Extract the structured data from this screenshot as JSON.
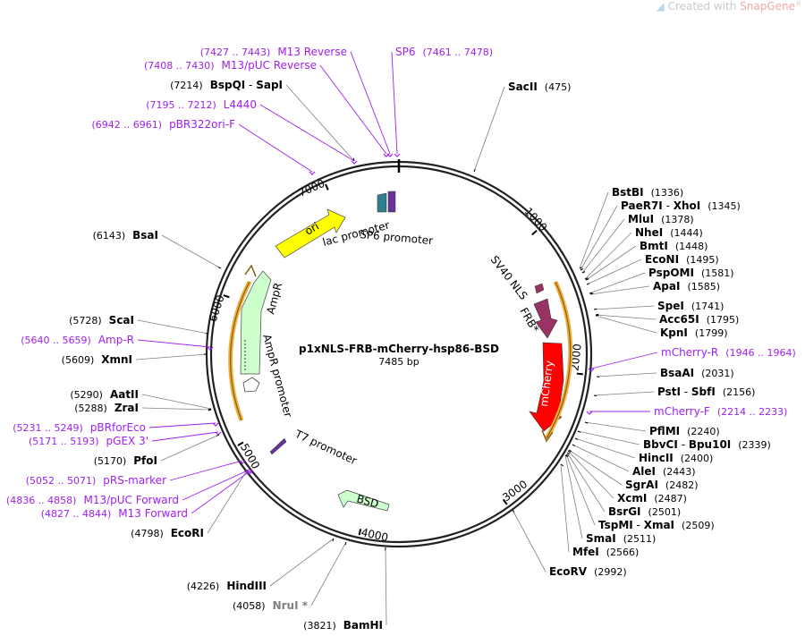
{
  "watermark": {
    "prefix": "Created with ",
    "brand": "SnapGene",
    "mark": "®"
  },
  "plasmid": {
    "name": "p1xNLS-FRB-mCherry-hsp86-BSD",
    "length_label": "7485 bp",
    "length": 7485
  },
  "ticks": [
    "1000",
    "2000",
    "3000",
    "4000",
    "5000",
    "6000",
    "7000"
  ],
  "colors": {
    "ori": "#ffff00",
    "ampr": "#ccffcc",
    "bsd": "#ccffcc",
    "mcherry": "#ff0000",
    "frb": "#993366",
    "nls": "#993366",
    "primer": "#a020f0",
    "enzyme_line": "#808080",
    "orange": "#f0b040"
  },
  "features": {
    "ori": "ori",
    "ampr": "AmpR",
    "ampr_promoter": "AmpR promoter",
    "lac_promoter": "lac promoter",
    "sp6_promoter": "SP6 promoter",
    "sv40_nls": "SV40 NLS",
    "frb": "FRB*",
    "mcherry": "mCherry",
    "t7_promoter": "T7 promoter",
    "bsd": "BSD"
  },
  "enzymes": [
    {
      "name": "SacII",
      "pos": "(475)"
    },
    {
      "name": "BstBI",
      "pos": "(1336)"
    },
    {
      "name": "PaeR7I",
      "name2": "XhoI",
      "pos": "(1345)"
    },
    {
      "name": "MluI",
      "pos": "(1378)"
    },
    {
      "name": "NheI",
      "pos": "(1444)"
    },
    {
      "name": "BmtI",
      "pos": "(1448)"
    },
    {
      "name": "EcoNI",
      "pos": "(1495)"
    },
    {
      "name": "PspOMI",
      "pos": "(1581)"
    },
    {
      "name": "ApaI",
      "pos": "(1585)"
    },
    {
      "name": "SpeI",
      "pos": "(1741)"
    },
    {
      "name": "Acc65I",
      "pos": "(1795)"
    },
    {
      "name": "KpnI",
      "pos": "(1799)"
    },
    {
      "name": "BsaAI",
      "pos": "(2031)"
    },
    {
      "name": "PstI",
      "name2": "SbfI",
      "pos": "(2156)"
    },
    {
      "name": "PflMI",
      "pos": "(2240)"
    },
    {
      "name": "BbvCI",
      "name2": "Bpu10I",
      "pos": "(2339)"
    },
    {
      "name": "HincII",
      "pos": "(2400)"
    },
    {
      "name": "AleI",
      "pos": "(2443)"
    },
    {
      "name": "SgrAI",
      "pos": "(2482)"
    },
    {
      "name": "XcmI",
      "pos": "(2487)"
    },
    {
      "name": "BsrGI",
      "pos": "(2501)"
    },
    {
      "name": "TspMI",
      "name2": "XmaI",
      "pos": "(2509)"
    },
    {
      "name": "SmaI",
      "pos": "(2511)"
    },
    {
      "name": "MfeI",
      "pos": "(2566)"
    },
    {
      "name": "EcoRV",
      "pos": "(2992)"
    },
    {
      "name": "BamHI",
      "pos": "(3821)"
    },
    {
      "name": "NruI *",
      "pos": "(4058)"
    },
    {
      "name": "HindIII",
      "pos": "(4226)"
    },
    {
      "name": "EcoRI",
      "pos": "(4798)"
    },
    {
      "name": "PfoI",
      "pos": "(5170)"
    },
    {
      "name": "ZraI",
      "pos": "(5288)"
    },
    {
      "name": "AatII",
      "pos": "(5290)"
    },
    {
      "name": "XmnI",
      "pos": "(5609)"
    },
    {
      "name": "ScaI",
      "pos": "(5728)"
    },
    {
      "name": "BsaI",
      "pos": "(6143)"
    },
    {
      "name": "BspQI",
      "name2": "SapI",
      "pos": "(7214)"
    }
  ],
  "primers": [
    {
      "name": "mCherry-R",
      "range": "(1946 .. 1964)"
    },
    {
      "name": "mCherry-F",
      "range": "(2214 .. 2233)"
    },
    {
      "name": "M13 Forward",
      "range": "(4827 .. 4844)"
    },
    {
      "name": "M13/pUC Forward",
      "range": "(4836 .. 4858)"
    },
    {
      "name": "pRS-marker",
      "range": "(5052 .. 5071)"
    },
    {
      "name": "pGEX 3'",
      "range": "(5171 .. 5193)"
    },
    {
      "name": "pBRforEco",
      "range": "(5231 .. 5249)"
    },
    {
      "name": "Amp-R",
      "range": "(5640 .. 5659)"
    },
    {
      "name": "pBR322ori-F",
      "range": "(6942 .. 6961)"
    },
    {
      "name": "L4440",
      "range": "(7195 .. 7212)"
    },
    {
      "name": "M13/pUC Reverse",
      "range": "(7408 .. 7430)"
    },
    {
      "name": "M13 Reverse",
      "range": "(7427 .. 7443)"
    },
    {
      "name": "SP6",
      "range": "(7461 .. 7478)"
    }
  ]
}
